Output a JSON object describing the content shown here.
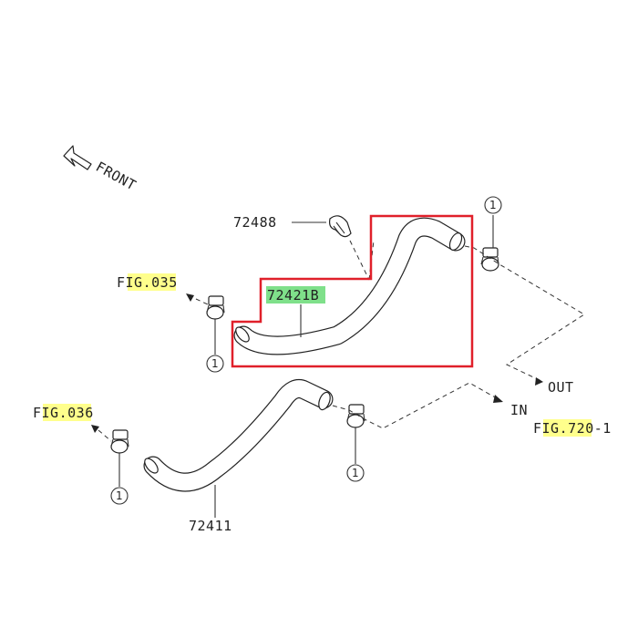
{
  "labels": {
    "front": "FRONT",
    "out": "OUT",
    "in": "IN",
    "part_72488": "72488",
    "part_72421b": "72421B",
    "part_72411": "72411",
    "fig_035_pre": "F",
    "fig_035_hl": "IG.03",
    "fig_035_post": "5",
    "fig_036_pre": "F",
    "fig_036_hl": "IG.03",
    "fig_036_post": "6",
    "fig_720_pre": "F",
    "fig_720_hl": "IG.72",
    "fig_720_post": "0-1",
    "callout_1": "1"
  },
  "colors": {
    "selection_box": "#e0202a",
    "highlight_yellow": "#ffff8c",
    "highlight_green": "#7fe08a",
    "line": "#333333"
  }
}
